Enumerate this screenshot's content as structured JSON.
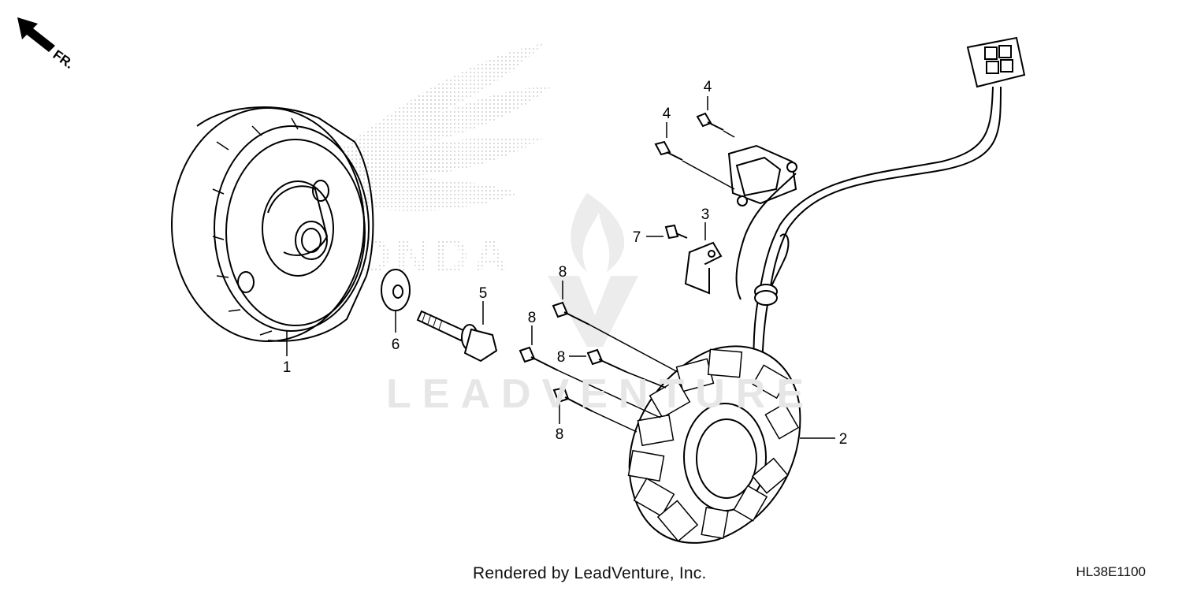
{
  "orientation": {
    "label": "FR."
  },
  "callouts": [
    {
      "id": "part-1",
      "number": "1"
    },
    {
      "id": "part-2",
      "number": "2"
    },
    {
      "id": "part-3",
      "number": "3"
    },
    {
      "id": "part-4a",
      "number": "4"
    },
    {
      "id": "part-4b",
      "number": "4"
    },
    {
      "id": "part-5",
      "number": "5"
    },
    {
      "id": "part-6",
      "number": "6"
    },
    {
      "id": "part-7",
      "number": "7"
    },
    {
      "id": "part-8a",
      "number": "8"
    },
    {
      "id": "part-8b",
      "number": "8"
    },
    {
      "id": "part-8c",
      "number": "8"
    },
    {
      "id": "part-8d",
      "number": "8"
    }
  ],
  "footer": {
    "credit": "Rendered by LeadVenture, Inc.",
    "diagram_code": "HL38E1100"
  },
  "watermark": {
    "text": "LEADVENTURE",
    "logo": "honda-wing-logo"
  }
}
